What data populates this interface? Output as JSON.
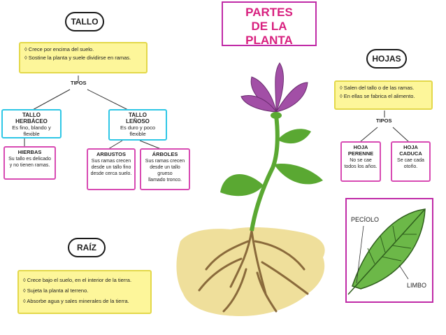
{
  "title": {
    "line1": "PARTES",
    "line2": "DE LA PLANTA"
  },
  "tallo": {
    "label": "TALLO",
    "bullets": [
      "◊ Crece por encima del suelo.",
      "◊ Sostine la planta y suele dividirse en ramas."
    ],
    "tipos": "TIPOS",
    "herbaceo": {
      "title1": "TALLO",
      "title2": "HERBÁCEO",
      "desc": "Es fino, blando y flexible"
    },
    "lenoso": {
      "title1": "TALLO",
      "title2": "LEÑOSO",
      "desc": "Es duro y poco flexible"
    },
    "hierbas": {
      "title": "HIERBAS",
      "desc1": "Su tallo es delicado",
      "desc2": "y no tienen ramas."
    },
    "arbustos": {
      "title": "ARBUSTOS",
      "desc1": "Sus ramas crecen",
      "desc2": "desde un tallo fino",
      "desc3": "desde cerca suelo."
    },
    "arboles": {
      "title": "ÁRBOLES",
      "desc1": "Sus ramas crecen",
      "desc2": "desde un tallo grueso",
      "desc3": "llamado tronco."
    }
  },
  "raiz": {
    "label": "RAÍZ",
    "bullets": [
      "◊ Crece bajo el suelo, en el interior de la tierra.",
      "◊ Sujeta la planta al terreno.",
      "◊ Absorbe agua y sales minerales de la tierra."
    ]
  },
  "hojas": {
    "label": "HOJAS",
    "bullets": [
      "◊ Salen del tallo o de las ramas.",
      "◊ En ellas se fabrica el alimento."
    ],
    "tipos": "TIPOS",
    "perenne": {
      "title1": "HOJA",
      "title2": "PERENNE",
      "desc1": "No se cae",
      "desc2": "todos los años."
    },
    "caduca": {
      "title1": "HOJA",
      "title2": "CADUCA",
      "desc1": "Se cae cada",
      "desc2": "otoño."
    },
    "peciolo": "PECÍOLO",
    "limbo": "LIMBO"
  },
  "colors": {
    "yellow": "#fdf69a",
    "cyan": "#2fc7e6",
    "pink": "#d84bb3",
    "magenta": "#c02ba7",
    "soil": "#ecd98a",
    "flower": "#a24fa6",
    "leaf": "#5aa832"
  }
}
